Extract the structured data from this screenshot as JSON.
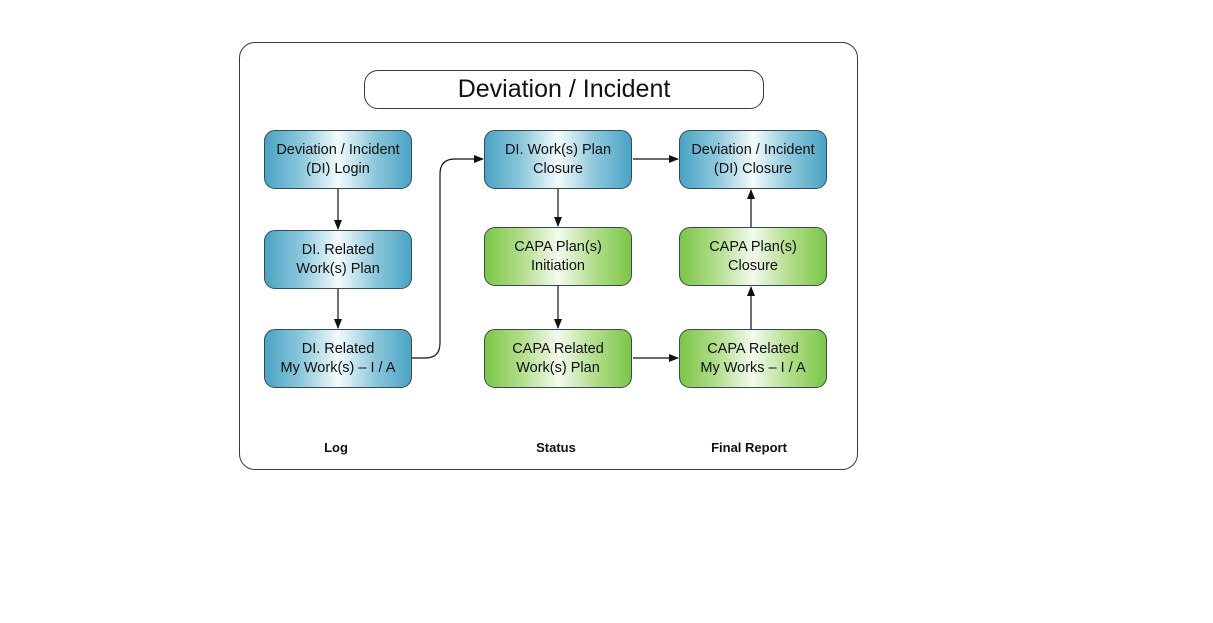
{
  "diagram": {
    "title": "Deviation / Incident",
    "nodes": {
      "di_login": "Deviation / Incident\n(DI) Login",
      "di_related_work_plan": "DI. Related\nWork(s) Plan",
      "di_related_my_works": "DI. Related\nMy Work(s) – I  /  A",
      "di_work_plan_closure": "DI. Work(s) Plan\nClosure",
      "capa_plan_initiation": "CAPA  Plan(s)\nInitiation",
      "capa_related_work_plan": "CAPA Related\nWork(s) Plan",
      "di_closure": "Deviation / Incident\n(DI) Closure",
      "capa_plan_closure": "CAPA Plan(s)\nClosure",
      "capa_related_my_works": "CAPA Related\nMy Works – I  /  A"
    },
    "columns": {
      "log": "Log",
      "status": "Status",
      "final_report": "Final Report"
    },
    "colors": {
      "blue_node": "#4aa3c3",
      "green_node": "#7cc648",
      "border": "#3a3a3a"
    }
  }
}
